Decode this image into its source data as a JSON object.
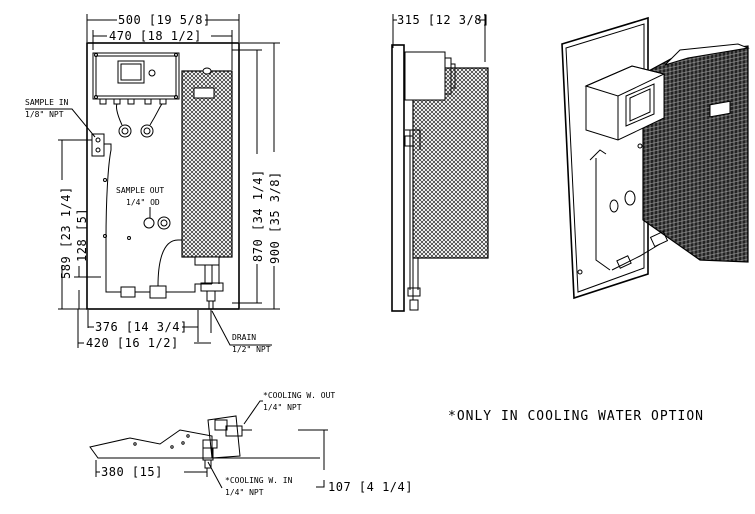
{
  "front_view": {
    "dim_width_outer": "500 [19 5/8]",
    "dim_width_inner": "470 [18 1/2]",
    "dim_height_inner": "870 [34 1/4]",
    "dim_height_outer": "900 [35 3/8]",
    "dim_sample_in_height": "589 [23 1/4]",
    "dim_sample_out_height": "128 [5]",
    "dim_drain_offset": "376 [14 3/4]",
    "dim_drain_offset_outer": "420 [16 1/2]",
    "label_sample_in": "SAMPLE IN",
    "label_sample_in_size": "1/8\" NPT",
    "label_sample_out": "SAMPLE OUT",
    "label_sample_out_size": "1/4\" OD",
    "label_drain": "DRAIN",
    "label_drain_size": "1/2\" NPT"
  },
  "side_view": {
    "dim_depth": "315 [12 3/8]"
  },
  "detail_view": {
    "label_cooling_out": "*COOLING W. OUT",
    "label_cooling_out_size": "1/4\" NPT",
    "label_cooling_in": "*COOLING W. IN",
    "label_cooling_in_size": "1/4\" NPT",
    "dim_cooling_offset": "380 [15]",
    "dim_cooling_height": "107 [4 1/4]"
  },
  "note": "*ONLY IN COOLING WATER OPTION"
}
